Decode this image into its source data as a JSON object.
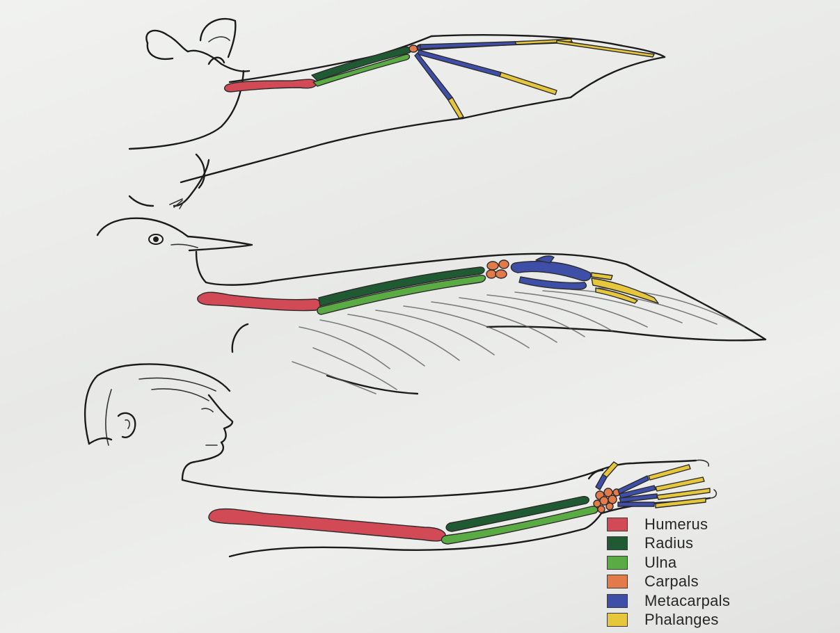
{
  "legend": [
    {
      "label": "Humerus",
      "color": "#d24a55"
    },
    {
      "label": "Radius",
      "color": "#1f5a33"
    },
    {
      "label": "Ulna",
      "color": "#5bab45"
    },
    {
      "label": "Carpals",
      "color": "#e27a4a"
    },
    {
      "label": "Metacarpals",
      "color": "#3f4fa8"
    },
    {
      "label": "Phalanges",
      "color": "#e6c63c"
    }
  ],
  "subjects": [
    "bat",
    "bird",
    "human"
  ]
}
